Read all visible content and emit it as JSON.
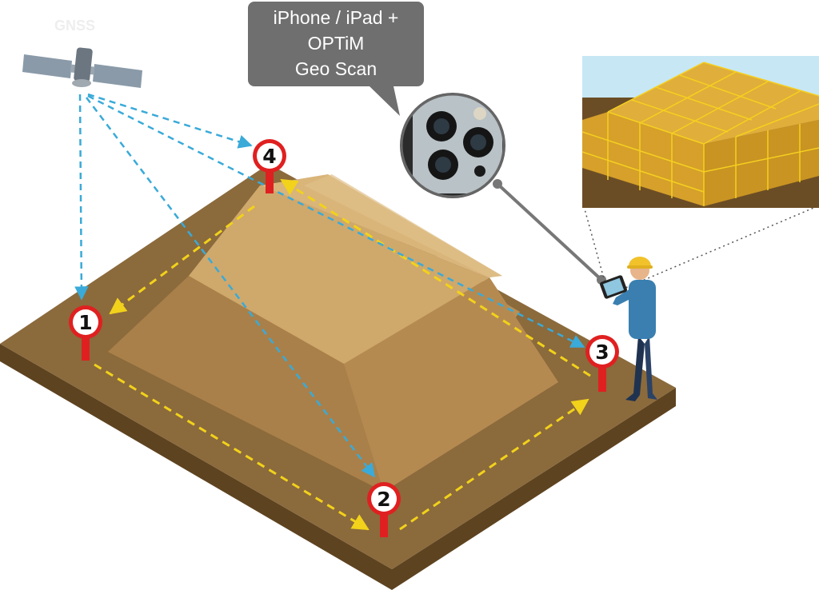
{
  "gnss_label": "GNSS",
  "device_callout": {
    "line1": "iPhone / iPad +",
    "line2": "OPTiM",
    "line3": "Geo Scan"
  },
  "markers": [
    "1",
    "2",
    "3",
    "4"
  ],
  "colors": {
    "ground_top": "#8b6a3c",
    "ground_side": "#5e4320",
    "mound": "#c9a064",
    "gnss_arrow": "#3aaad8",
    "walk_arrow": "#f2d21a",
    "marker": "#e02020",
    "callout_bg": "#6f6f6f",
    "mesh_line": "#f5d020",
    "sky": "#c7e7f5"
  },
  "icons": [
    "satellite-icon",
    "phone-camera-icon",
    "worker-icon",
    "mesh-model-icon"
  ]
}
